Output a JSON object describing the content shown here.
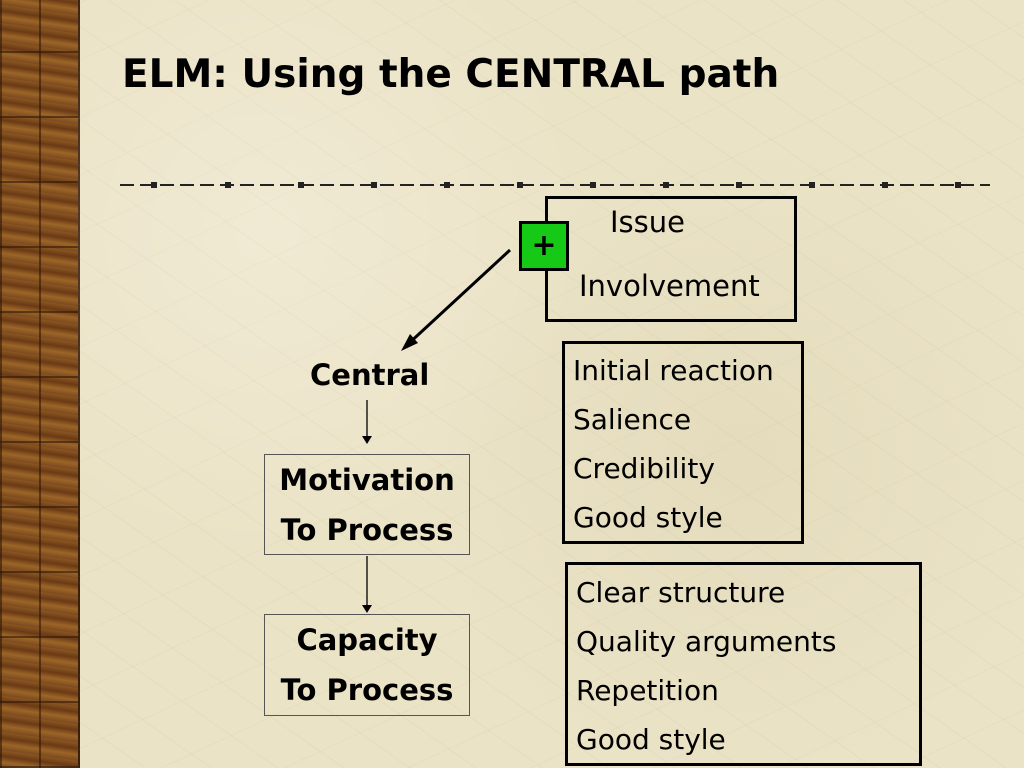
{
  "slide": {
    "title": "ELM:  Using the CENTRAL path"
  },
  "diagram": {
    "issue_box": {
      "line1": "Issue",
      "line2": "Involvement",
      "badge": "+",
      "badge_color": "#17c917"
    },
    "central_label": "Central",
    "motivation_box": {
      "line1": "Motivation",
      "line2": "To Process"
    },
    "capacity_box": {
      "line1": "Capacity",
      "line2": "To Process"
    },
    "list_box_1": {
      "items": [
        "Initial reaction",
        "Salience",
        "Credibility",
        "Good style"
      ]
    },
    "list_box_2": {
      "items": [
        "Clear structure",
        "Quality arguments",
        "Repetition",
        "Good style"
      ]
    }
  }
}
